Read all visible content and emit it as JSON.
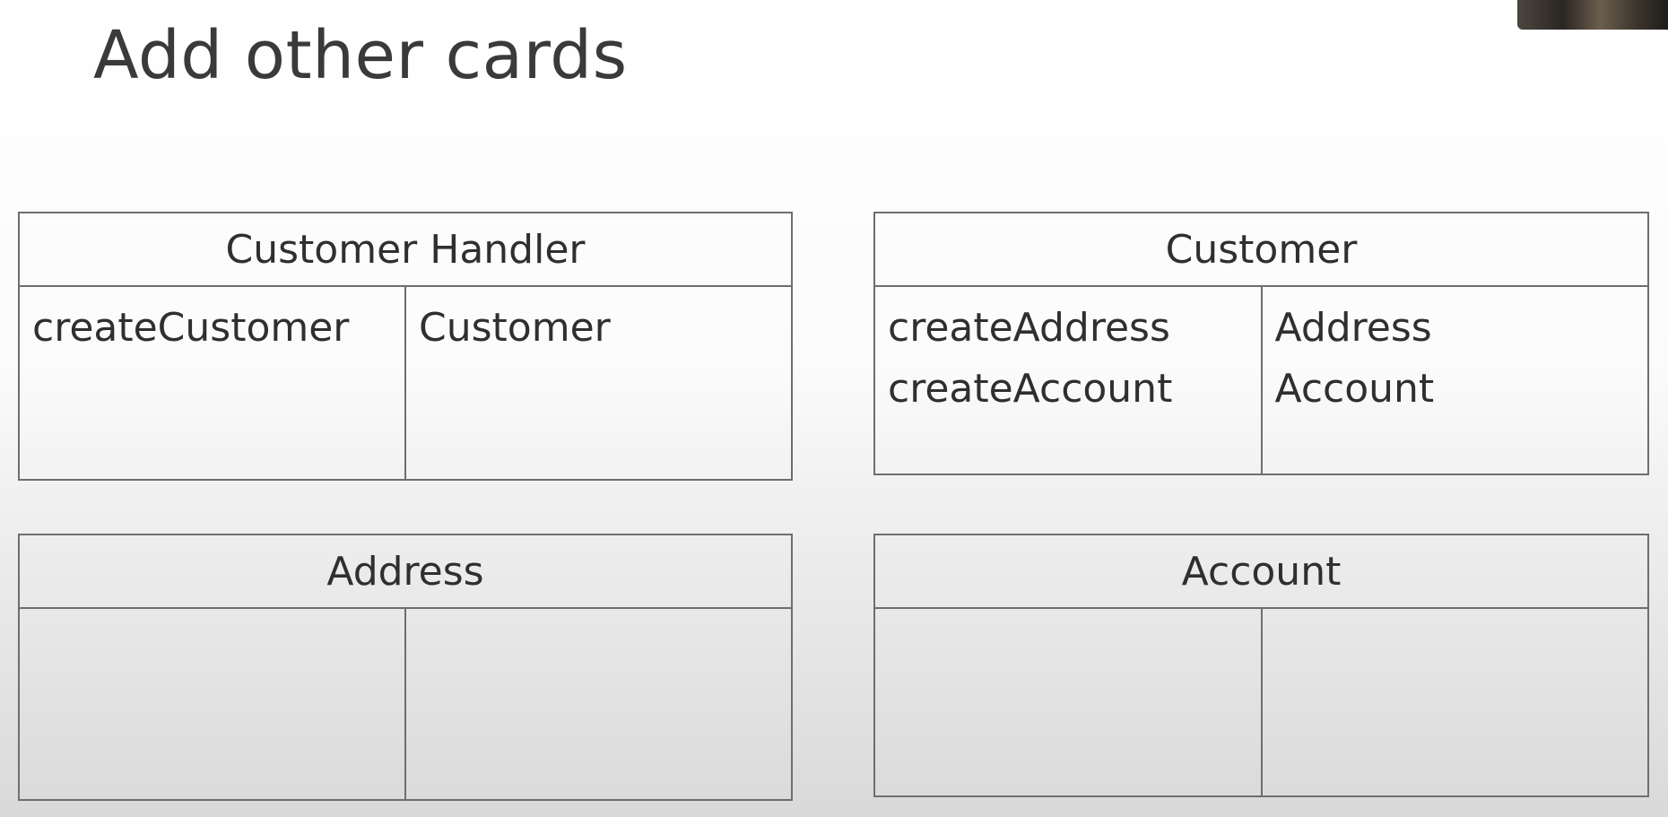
{
  "slide": {
    "title": "Add other cards"
  },
  "cards": [
    {
      "name": "Customer Handler",
      "responsibilities": [
        "createCustomer"
      ],
      "collaborators": [
        "Customer"
      ]
    },
    {
      "name": "Customer",
      "responsibilities": [
        "createAddress",
        "createAccount"
      ],
      "collaborators": [
        "Address",
        "Account"
      ]
    },
    {
      "name": "Address",
      "responsibilities": [],
      "collaborators": []
    },
    {
      "name": "Account",
      "responsibilities": [],
      "collaborators": []
    }
  ]
}
